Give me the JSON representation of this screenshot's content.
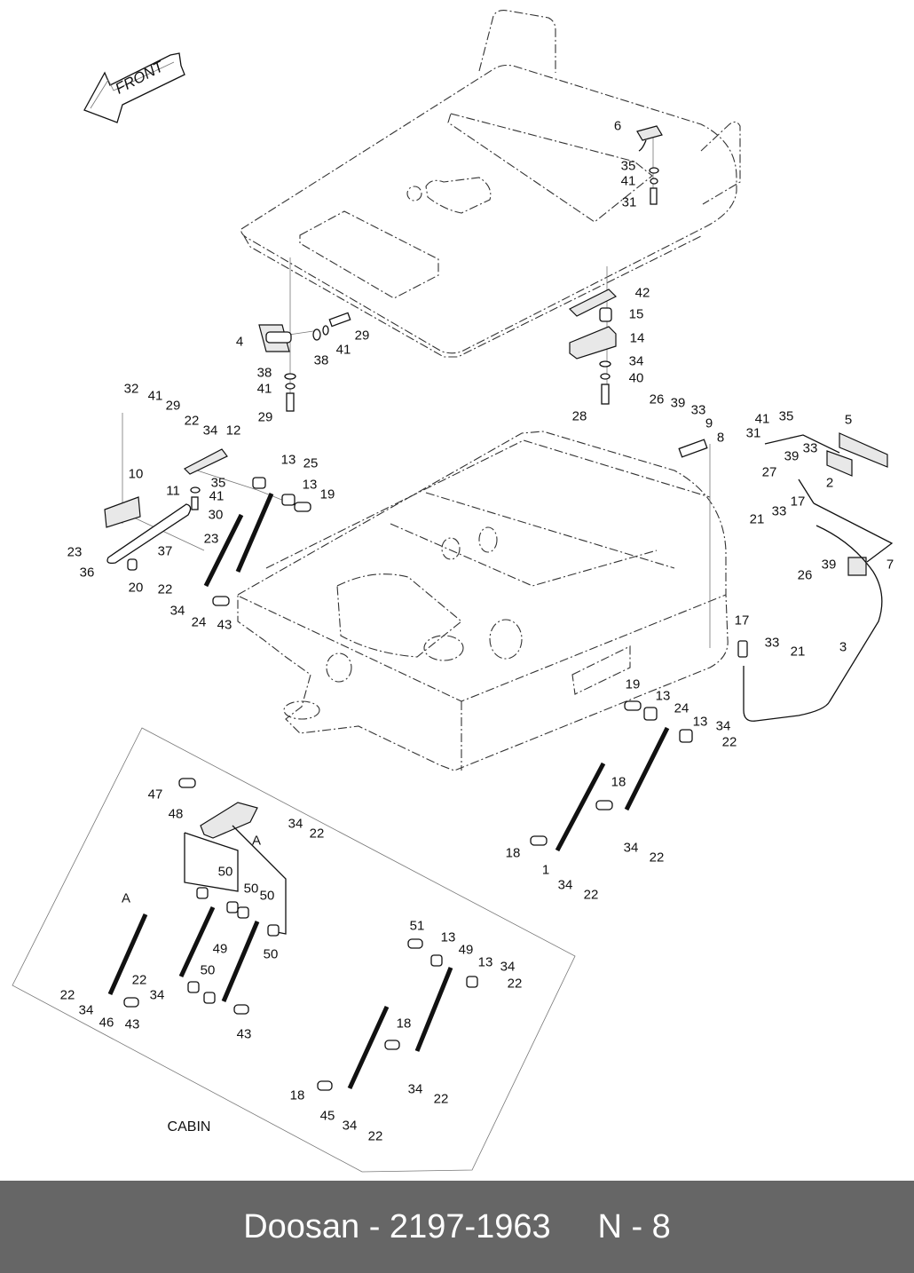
{
  "diagram": {
    "front_arrow_label": "FRONT",
    "cabin_label": "CABIN",
    "callouts": {
      "top_6": "6",
      "top_35": "35",
      "top_41": "41",
      "top_31": "31",
      "hinge_4": "4",
      "hinge_38a": "38",
      "hinge_41a": "41",
      "hinge_29a": "29",
      "hinge_38b": "38",
      "hinge_41b": "41",
      "hinge_29b": "29",
      "mount_42": "42",
      "mount_15": "15",
      "mount_14": "14",
      "mount_34": "34",
      "mount_40": "40",
      "mount_28": "28",
      "l_32": "32",
      "l_41": "41",
      "l_29": "29",
      "l_22a": "22",
      "l_34a": "34",
      "l_12": "12",
      "l_13a": "13",
      "l_25": "25",
      "l_13b": "13",
      "l_19": "19",
      "l_35": "35",
      "l_41b": "41",
      "l_30": "30",
      "l_10": "10",
      "l_11": "11",
      "l_23a": "23",
      "l_37": "37",
      "l_23b": "23",
      "l_36": "36",
      "l_20": "20",
      "l_22b": "22",
      "l_34b": "34",
      "l_24": "24",
      "l_43": "43",
      "r_26a": "26",
      "r_39a": "39",
      "r_33a": "33",
      "r_9": "9",
      "r_8": "8",
      "r_41": "41",
      "r_35": "35",
      "r_31": "31",
      "r_5": "5",
      "r_39b": "39",
      "r_33b": "33",
      "r_27": "27",
      "r_2": "2",
      "r_17a": "17",
      "r_21a": "21",
      "r_33c": "33",
      "r_39c": "39",
      "r_26b": "26",
      "r_7": "7",
      "r_17b": "17",
      "r_33d": "33",
      "r_21b": "21",
      "r_3": "3",
      "s_19": "19",
      "s_13a": "13",
      "s_24": "24",
      "s_13b": "13",
      "s_34a": "34",
      "s_22a": "22",
      "s_18a": "18",
      "s_34b": "34",
      "s_22b": "22",
      "s_18b": "18",
      "s_1": "1",
      "s_34c": "34",
      "s_22c": "22",
      "c_47": "47",
      "c_48": "48",
      "c_A1": "A",
      "c_34a": "34",
      "c_22a": "22",
      "c_50a": "50",
      "c_50b": "50",
      "c_50c": "50",
      "c_50d": "50",
      "c_50e": "50",
      "c_A2": "A",
      "c_49a": "49",
      "c_22b": "22",
      "c_34b": "34",
      "c_22c": "22",
      "c_34c": "34",
      "c_46": "46",
      "c_43a": "43",
      "c_43b": "43",
      "c_51": "51",
      "c_13a": "13",
      "c_49b": "49",
      "c_13b": "13",
      "c_34d": "34",
      "c_22d": "22",
      "c_18a": "18",
      "c_34e": "34",
      "c_22e": "22",
      "c_18b": "18",
      "c_45": "45",
      "c_34f": "34",
      "c_22f": "22"
    }
  },
  "footer": {
    "brand": "Doosan",
    "part_number": "2197-1963",
    "page_ref": "N - 8",
    "text": "Doosan - 2197-1963     N - 8"
  }
}
